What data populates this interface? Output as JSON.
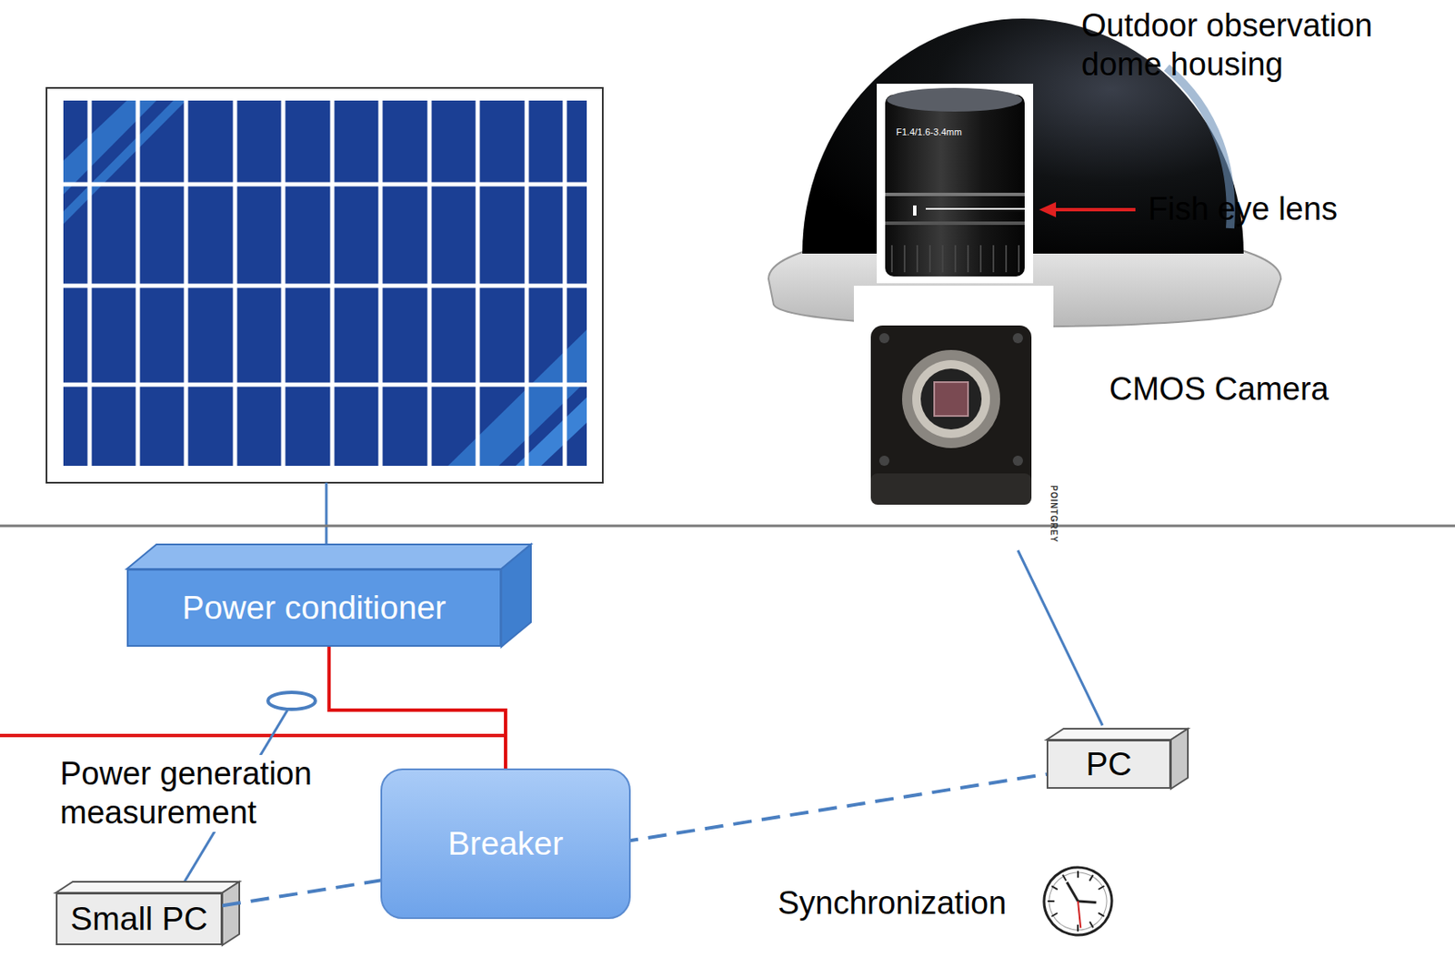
{
  "diagram": {
    "nodes": [
      {
        "text": [
          "Power conditioner"
        ]
      },
      {
        "text": [
          "PC"
        ]
      },
      {
        "text": [
          "Breaker"
        ]
      },
      {
        "text": [
          "Small PC"
        ]
      }
    ],
    "edges": [
      {
        "from": 0,
        "to": 2,
        "arrow": "none"
      },
      {
        "from": 3,
        "to": 1,
        "arrow": "none"
      }
    ],
    "labels": [
      "Outdoor observation dome housing",
      "Fish eye lens",
      "CMOS Camera",
      "Power generation measurement",
      "Synchronization",
      "F1.4/1.6-3.4mm",
      "POINTGREY"
    ]
  }
}
